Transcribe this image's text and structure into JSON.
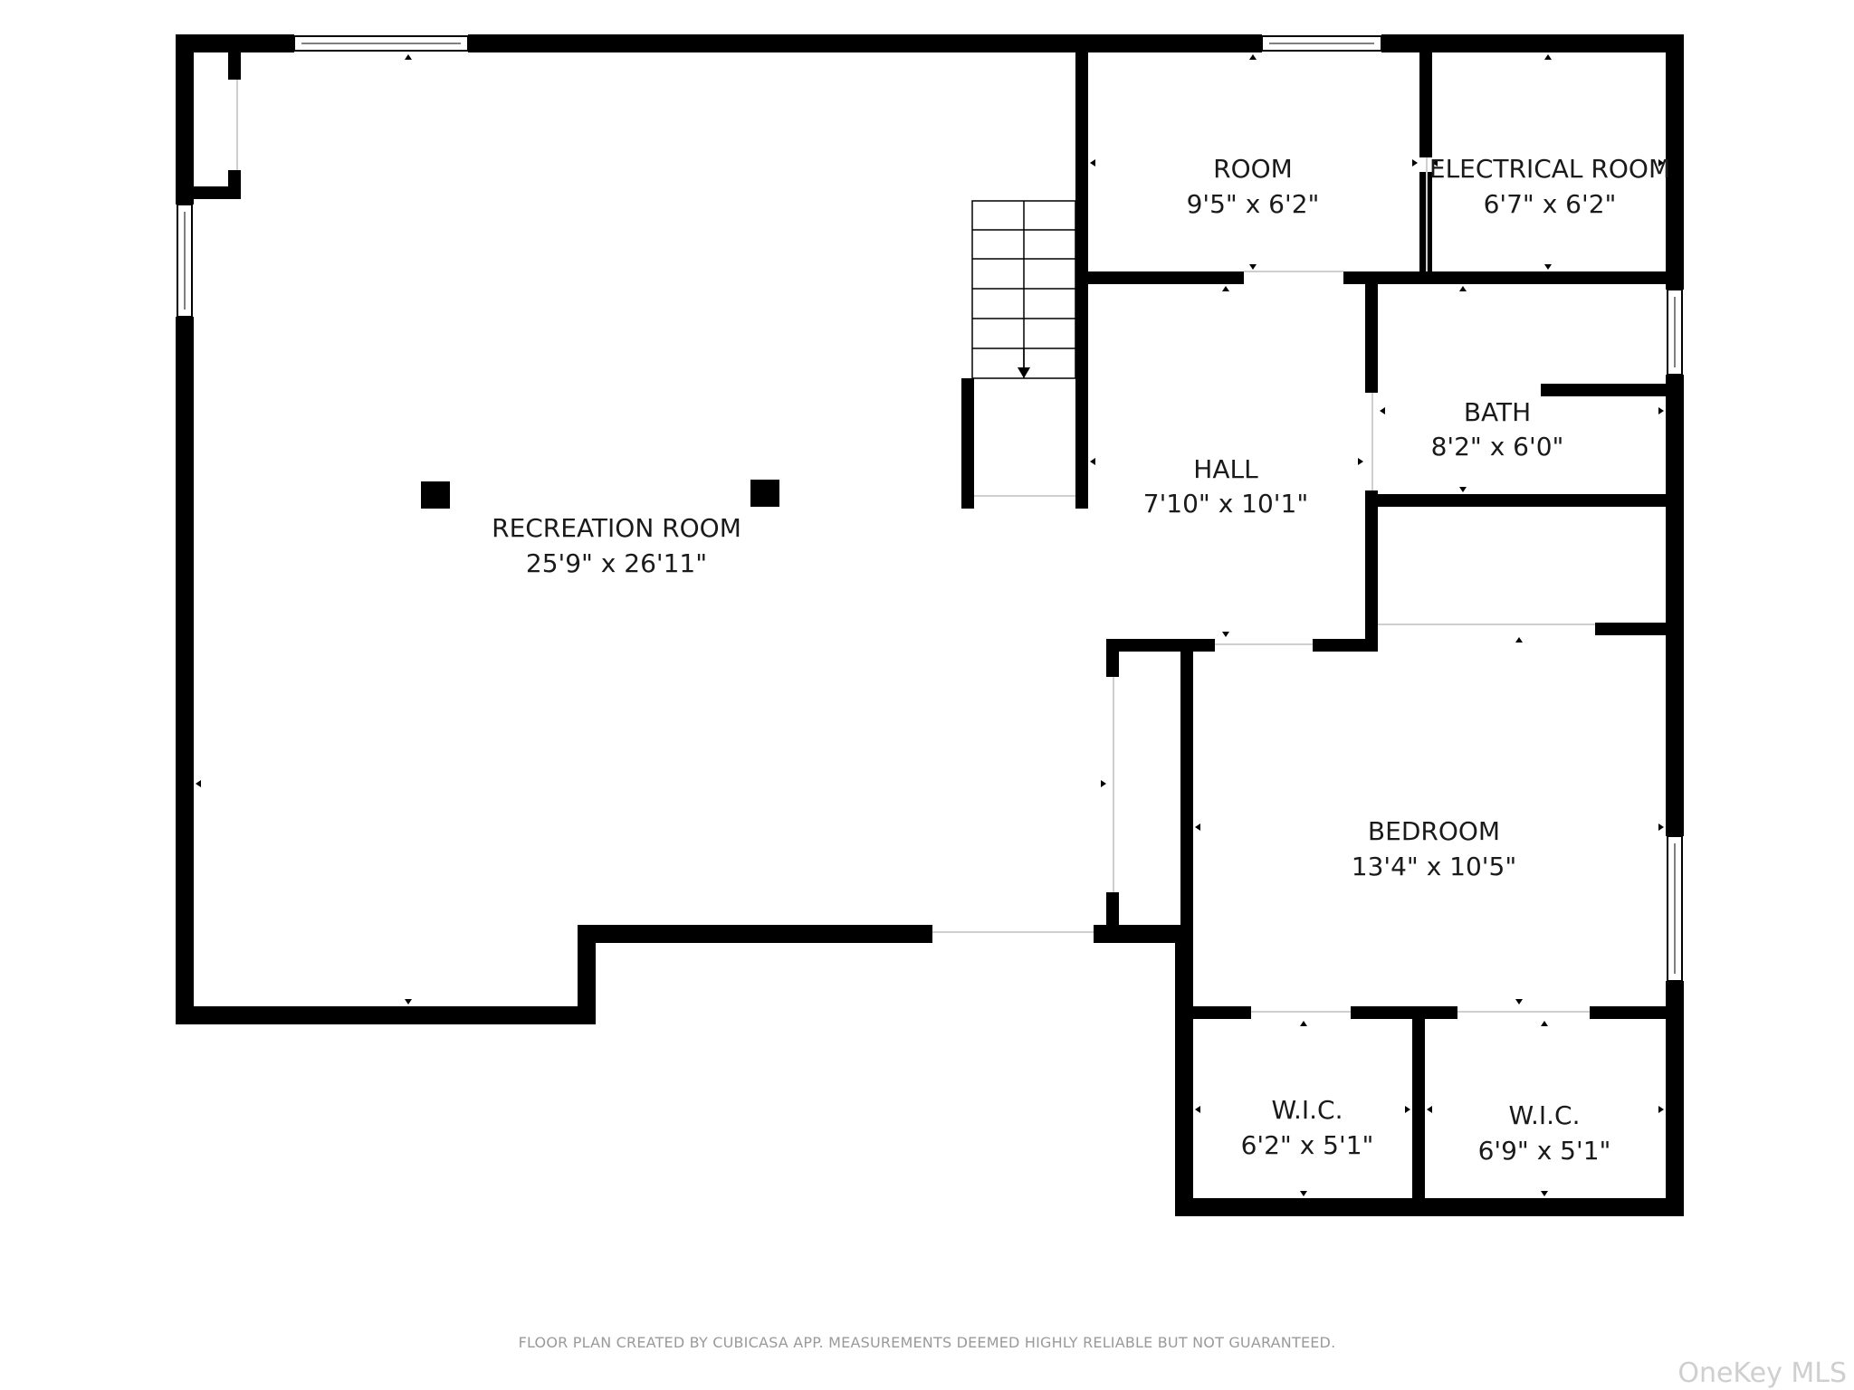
{
  "plan": {
    "rooms": [
      {
        "key": "recreation",
        "name": "RECREATION ROOM",
        "dims": "25'9\" x 26'11\""
      },
      {
        "key": "room",
        "name": "ROOM",
        "dims": "9'5\" x 6'2\""
      },
      {
        "key": "electrical",
        "name": "ELECTRICAL ROOM",
        "dims": "6'7\" x 6'2\""
      },
      {
        "key": "hall",
        "name": "HALL",
        "dims": "7'10\" x 10'1\""
      },
      {
        "key": "bath",
        "name": "BATH",
        "dims": "8'2\" x 6'0\""
      },
      {
        "key": "bedroom",
        "name": "BEDROOM",
        "dims": "13'4\" x 10'5\""
      },
      {
        "key": "wic1",
        "name": "W.I.C.",
        "dims": "6'2\" x 5'1\""
      },
      {
        "key": "wic2",
        "name": "W.I.C.",
        "dims": "6'9\" x 5'1\""
      }
    ]
  },
  "footer": {
    "disclaimer": "FLOOR PLAN CREATED BY CUBICASA APP. MEASUREMENTS DEEMED HIGHLY RELIABLE BUT NOT GUARANTEED.",
    "watermark": "OneKey MLS"
  }
}
